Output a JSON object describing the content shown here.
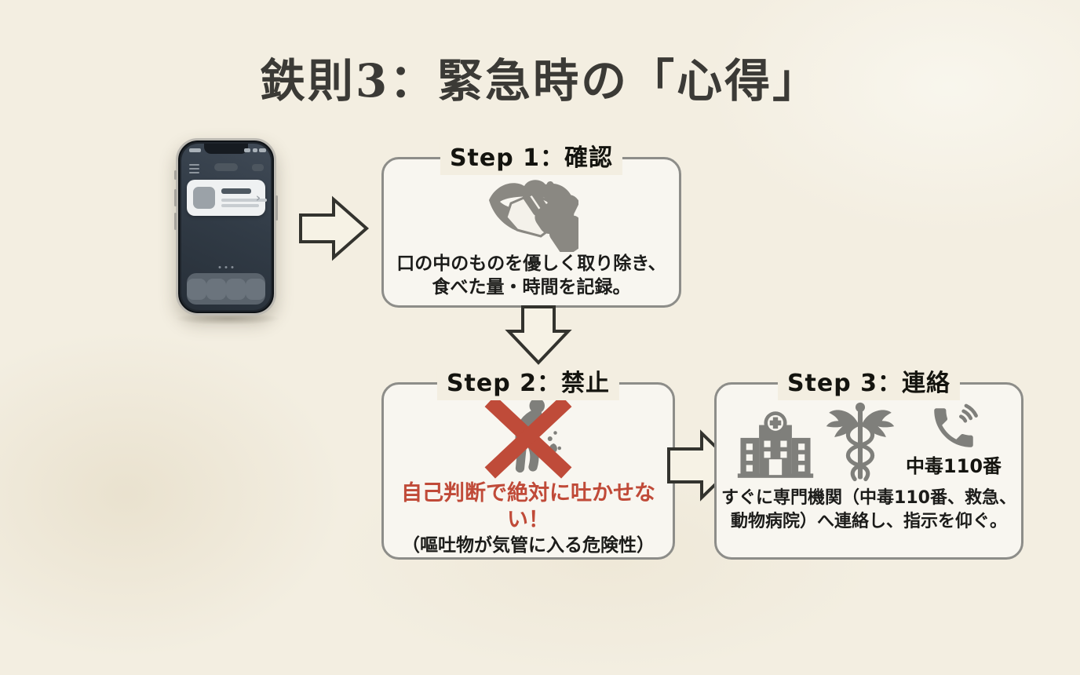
{
  "title": "鉄則3：緊急時の「心得」",
  "colors": {
    "background": "#f3eee1",
    "box_fill": "#f8f6f0",
    "box_border": "#8d8d89",
    "title_text": "#3b3a36",
    "body_text": "#1c1c1a",
    "warning_red": "#c04a38",
    "icon_gray": "#80807a",
    "arrow_fill": "#f6f2e5",
    "arrow_stroke": "#33332e"
  },
  "illustration": {
    "icon": "smartphone-notification-illustration"
  },
  "arrows": [
    {
      "icon": "block-arrow-right-icon"
    },
    {
      "icon": "block-arrow-down-icon"
    },
    {
      "icon": "block-arrow-right-icon"
    }
  ],
  "steps": [
    {
      "title": "Step 1：確認",
      "icon": "mouth-clean-hand-icon",
      "lines": [
        "口の中のものを優しく取り除き、",
        "食べた量・時間を記録。"
      ]
    },
    {
      "title": "Step 2：禁止",
      "icon": "no-induce-vomiting-icon",
      "warning": "自己判断で絶対に吐かせない！",
      "note": "（嘔吐物が気管に入る危険性）"
    },
    {
      "title": "Step 3：連絡",
      "icons": [
        "hospital-icon",
        "caduceus-icon",
        "phone-call-icon"
      ],
      "phone_caption": "中毒110番",
      "lines": [
        "すぐに専門機関（中毒110番、救急、",
        "動物病院）へ連絡し、指示を仰ぐ。"
      ]
    }
  ]
}
